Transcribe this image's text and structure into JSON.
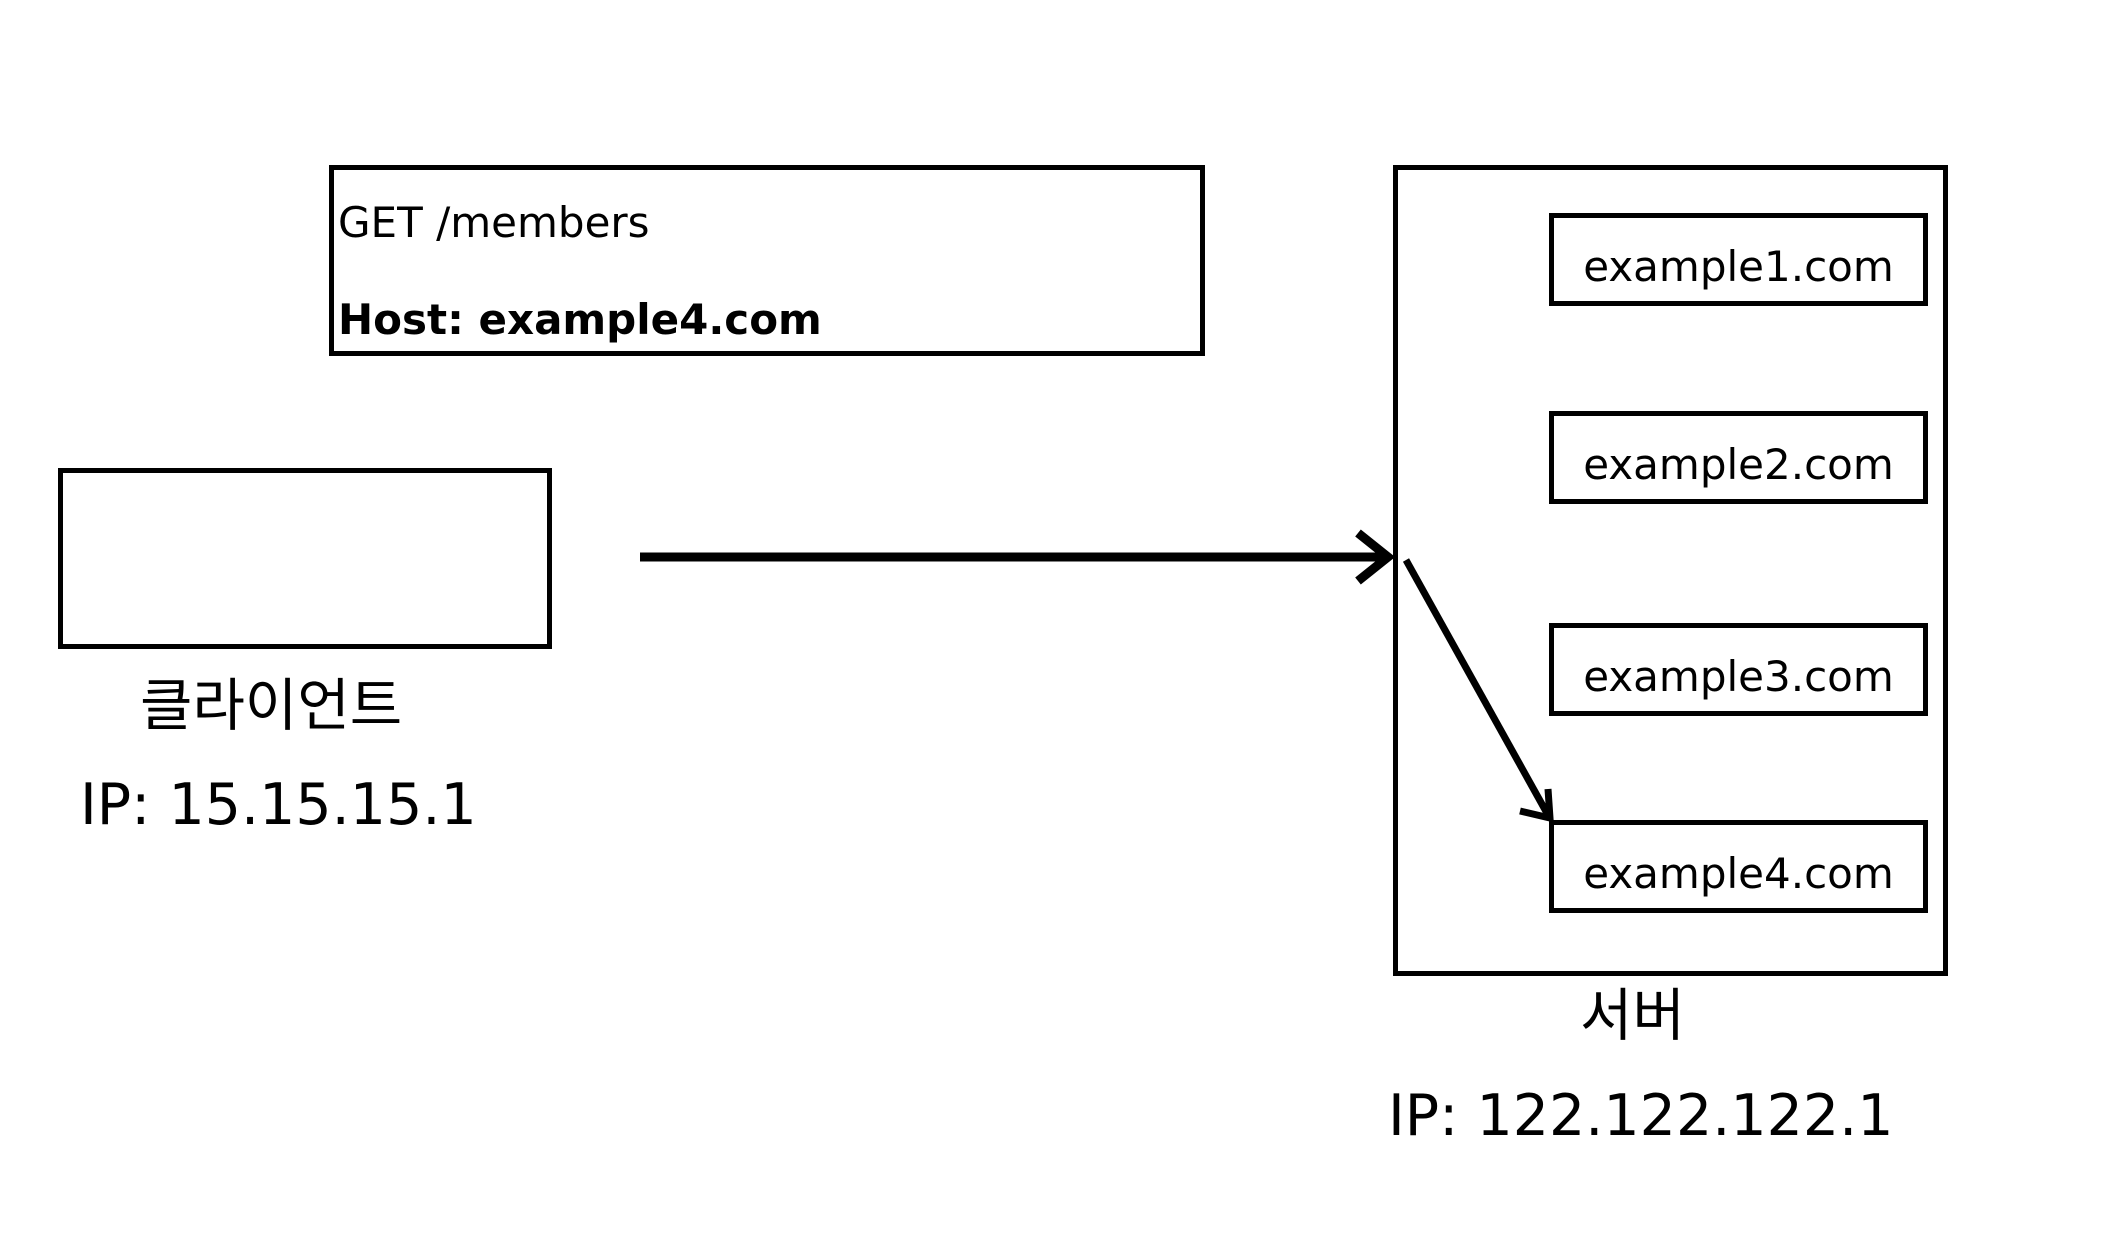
{
  "request": {
    "method_line": "GET /members",
    "host_line": "Host: example4.com"
  },
  "client": {
    "name": "클라이언트",
    "ip": "IP: 15.15.15.1"
  },
  "server": {
    "name": "서버",
    "ip": "IP: 122.122.122.1",
    "hosts": [
      "example1.com",
      "example2.com",
      "example3.com",
      "example4.com"
    ]
  },
  "colors": {
    "line": "#000000",
    "background": "#ffffff"
  }
}
